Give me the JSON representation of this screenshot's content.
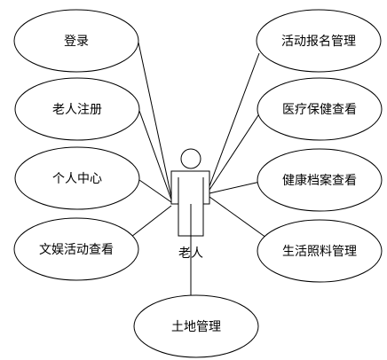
{
  "diagram": {
    "actor": {
      "label": "老人",
      "icon": "stick-figure-actor-icon"
    },
    "use_cases_left": [
      {
        "label": "登录"
      },
      {
        "label": "老人注册"
      },
      {
        "label": "个人中心"
      },
      {
        "label": "文娱活动查看"
      }
    ],
    "use_cases_right": [
      {
        "label": "活动报名管理"
      },
      {
        "label": "医疗保健查看"
      },
      {
        "label": "健康档案查看"
      },
      {
        "label": "生活照料管理"
      }
    ],
    "use_case_bottom": {
      "label": "土地管理"
    },
    "colors": {
      "stroke": "#000000",
      "fill": "#ffffff"
    }
  }
}
